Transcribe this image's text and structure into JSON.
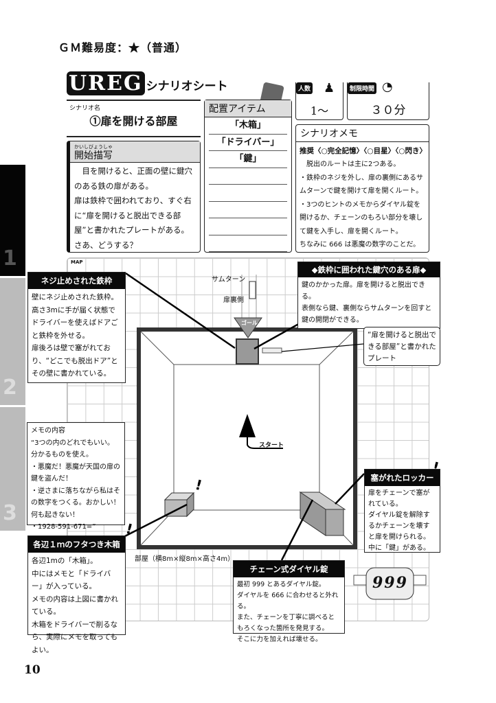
{
  "difficulty": "ＧＭ難易度：★（普通）",
  "tabs": [
    "1",
    "2",
    "3"
  ],
  "logo": {
    "big": "UREG",
    "sub": "シナリオシート"
  },
  "scenario": {
    "label": "シナリオ名",
    "name": "①扉を開ける部屋"
  },
  "opening": {
    "ruby": "かいしびょうしゃ",
    "title": "開始描写",
    "text": "　目を開けると、正面の壁に鍵穴のある鉄の扉がある。\n扉は鉄枠で囲われており、すぐ右に“扉を開けると脱出できる部屋”と書かれたプレートがある。\nさあ、どうする？"
  },
  "items": {
    "title": "配置アイテム",
    "list": [
      "「木箱」",
      "「ドライバー」",
      "「鍵」",
      "",
      "",
      "",
      "",
      ""
    ]
  },
  "players": {
    "label": "人数",
    "value": "1～"
  },
  "time": {
    "label": "制限時間",
    "value": "３０分"
  },
  "memo": {
    "title": "シナリオメモ",
    "recommend": "推奨〈○完全記憶〉〈○目星〉〈○閃き〉",
    "text": "　脱出のルートは主に2つある。\n・鉄枠のネジを外し、扉の裏側にあるサムターンで鍵を開けて扉を開くルート。\n・3つのヒントのメモからダイヤル錠を開けるか、チェーンのもろい部分を壊して鍵を入手し、扉を開くルート。\nちなみに 666 は悪魔の数字のことだ。"
  },
  "map": {
    "label": "MAP",
    "thumbturn": "サムターン",
    "door_back": "扉裏側",
    "goal": "ゴール",
    "start": "スタート",
    "room": "部屋（横8m×縦8m×高さ4m）"
  },
  "callouts": {
    "frame": {
      "title": "ネジ止めされた鉄枠",
      "text": "壁にネジ止めされた鉄枠。\n高さ3mに手が届く状態でドライバーを使えばドアごと鉄枠を外せる。\n扉後ろは壁で塞がれており、“どこでも脱出ドア”とその壁に書かれている。"
    },
    "door": {
      "title": "◆鉄枠に囲われた鍵穴のある扉◆",
      "text": "鍵のかかった扉。扉を開けると脱出できる。\n表側なら鍵、裏側ならサムターンを回すと鍵の開閉ができる。"
    },
    "plate": {
      "text": "“扉を開けると脱出できる部屋”と書かれたプレート"
    },
    "note": {
      "text": "メモの内容\n“3つの内のどれでもいい。分かるものを使え。\n・悪魔だ！悪魔が天国の扉の鍵を盗んだ！\n・逆さまに落ちながら私はその数字をつくる。おかしい！何も起きない！\n・1928-591-671=”"
    },
    "crate": {
      "title": "各辺１ｍのフタつき木箱",
      "text": "各辺1mの「木箱」。\n中にはメモと「ドライバー」が入っている。\nメモの内容は上図に書かれている。\n木箱をドライバーで削るなら、実際にメモを取ってもよい。"
    },
    "locker": {
      "title": "塞がれたロッカー",
      "text": "扉をチェーンで塞がれている。\nダイヤル錠を解除するかチェーンを壊すと扉を開けられる。\n中に「鍵」がある。"
    },
    "lock": {
      "title": "チェーン式ダイヤル錠",
      "text": "最初 999 とあるダイヤル錠。\nダイヤルを 666 に合わせると外れる。\nまた、チェーンを丁寧に調べるともろくなった箇所を発見する。\nそこに力を加えれば壊せる。"
    }
  },
  "dial": "999",
  "page_number": "10"
}
